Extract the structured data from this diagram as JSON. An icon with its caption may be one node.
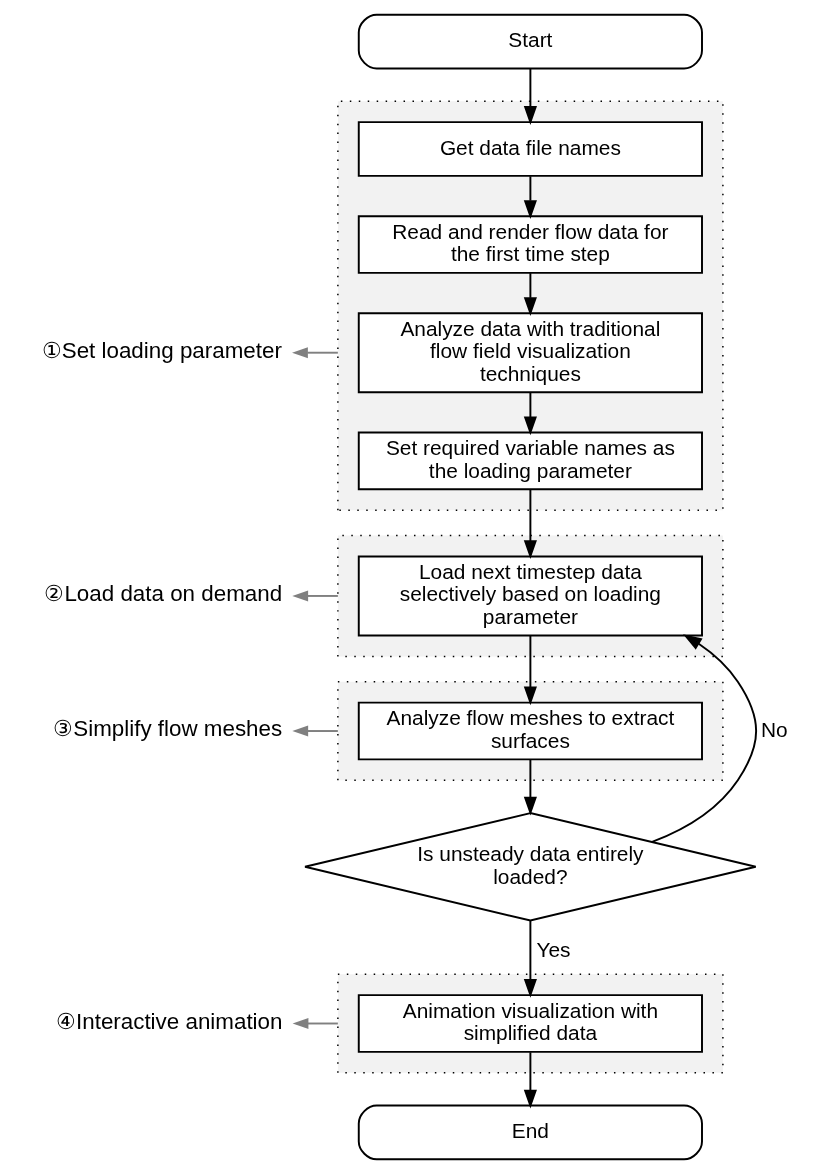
{
  "diagram": {
    "nodes": [
      {
        "text": [
          "Start"
        ]
      },
      {
        "text": [],
        "shape": "box"
      },
      {
        "text": [
          "Get data file names"
        ],
        "in": 1
      },
      {
        "text": [
          "Read and render flow data for the first time step"
        ],
        "in": 1
      },
      {
        "text": [
          "Analyze data with traditional flow field visualization techniques"
        ],
        "in": 1
      },
      {
        "text": [
          "Set required variable names as the loading parameter"
        ],
        "in": 1
      },
      {
        "text": [
          "①Set loading parameter"
        ]
      },
      {
        "text": [],
        "shape": "box"
      },
      {
        "text": [
          "Load next timestep data selectively based on loading parameter"
        ],
        "in": 7
      },
      {
        "text": [
          "②Load data on demand"
        ]
      },
      {
        "text": [],
        "shape": "box"
      },
      {
        "text": [
          "Analyze flow meshes to extract surfaces"
        ],
        "in": 10
      },
      {
        "text": [
          "③Simplify flow meshes"
        ]
      },
      {
        "text": [
          "Is unsteady data entirely loaded?"
        ]
      },
      {
        "text": [],
        "shape": "box"
      },
      {
        "text": [
          "Animation visualization with simplified data"
        ],
        "in": 14
      },
      {
        "text": [
          "④Interactive animation"
        ]
      },
      {
        "text": [
          "End"
        ]
      }
    ],
    "edges": [
      {
        "from": 0,
        "to": 2,
        "arrow": "to"
      },
      {
        "from": 2,
        "to": 3,
        "arrow": "to"
      },
      {
        "from": 3,
        "to": 4,
        "arrow": "to"
      },
      {
        "from": 4,
        "to": 5,
        "arrow": "to"
      },
      {
        "from": 5,
        "to": 8,
        "arrow": "to"
      },
      {
        "from": 8,
        "to": 11,
        "arrow": "to"
      },
      {
        "from": 11,
        "to": 13,
        "arrow": "to"
      },
      {
        "from": 13,
        "to": 15,
        "arrow": "to",
        "label": "Yes"
      },
      {
        "from": 13,
        "to": 8,
        "arrow": "to",
        "label": "No"
      },
      {
        "from": 15,
        "to": 17,
        "arrow": "to"
      },
      {
        "from": 1,
        "to": 6,
        "arrow": "to",
        "color": "#808080"
      },
      {
        "from": 7,
        "to": 9,
        "arrow": "to",
        "color": "#808080"
      },
      {
        "from": 10,
        "to": 12,
        "arrow": "to",
        "color": "#808080"
      },
      {
        "from": 14,
        "to": 16,
        "arrow": "to",
        "color": "#808080"
      }
    ]
  }
}
